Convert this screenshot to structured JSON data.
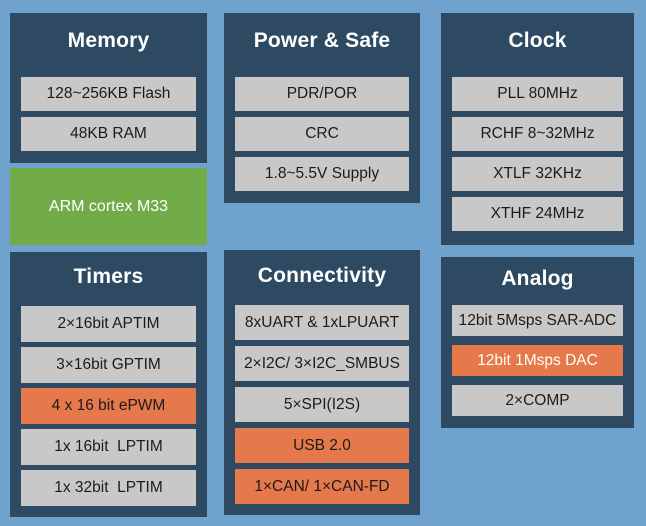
{
  "colors": {
    "background": "#6FA3CE",
    "panel": "#2E4A62",
    "item_gray": "#C8C8C8",
    "accent_green": "#72AC48",
    "accent_orange": "#E5794B",
    "title_text": "#FFFFFF",
    "item_text": "#1B1B1B"
  },
  "panels": {
    "memory": {
      "title": "Memory",
      "items": [
        {
          "label": "128~256KB Flash",
          "variant": "gray"
        },
        {
          "label": "48KB RAM",
          "variant": "gray"
        }
      ]
    },
    "arm_core": {
      "label": "ARM cortex M33",
      "variant": "green"
    },
    "power_safe": {
      "title": "Power & Safe",
      "items": [
        {
          "label": "PDR/POR",
          "variant": "gray"
        },
        {
          "label": "CRC",
          "variant": "gray"
        },
        {
          "label": "1.8~5.5V Supply",
          "variant": "gray"
        }
      ]
    },
    "clock": {
      "title": "Clock",
      "items": [
        {
          "label": "PLL 80MHz",
          "variant": "gray"
        },
        {
          "label": "RCHF 8~32MHz",
          "variant": "gray"
        },
        {
          "label": "XTLF 32KHz",
          "variant": "gray"
        },
        {
          "label": "XTHF 24MHz",
          "variant": "gray"
        }
      ]
    },
    "timers": {
      "title": "Timers",
      "items": [
        {
          "label": "2×16bit APTIM",
          "variant": "gray"
        },
        {
          "label": "3×16bit GPTIM",
          "variant": "gray"
        },
        {
          "label": "4 x 16 bit ePWM",
          "variant": "orange"
        },
        {
          "label": "1x 16bit  LPTIM",
          "variant": "gray"
        },
        {
          "label": "1x 32bit  LPTIM",
          "variant": "gray"
        }
      ]
    },
    "connectivity": {
      "title": "Connectivity",
      "items": [
        {
          "label": "8xUART & 1xLPUART",
          "variant": "gray"
        },
        {
          "label": "2×I2C/ 3×I2C_SMBUS",
          "variant": "gray"
        },
        {
          "label": "5×SPI(I2S)",
          "variant": "gray"
        },
        {
          "label": "USB 2.0",
          "variant": "orange"
        },
        {
          "label": "1×CAN/ 1×CAN-FD",
          "variant": "orange"
        }
      ]
    },
    "analog": {
      "title": "Analog",
      "items": [
        {
          "label": "12bit 5Msps SAR-ADC",
          "variant": "gray"
        },
        {
          "label": "12bit 1Msps DAC",
          "variant": "orange-white"
        },
        {
          "label": "2×COMP",
          "variant": "gray"
        }
      ]
    }
  }
}
